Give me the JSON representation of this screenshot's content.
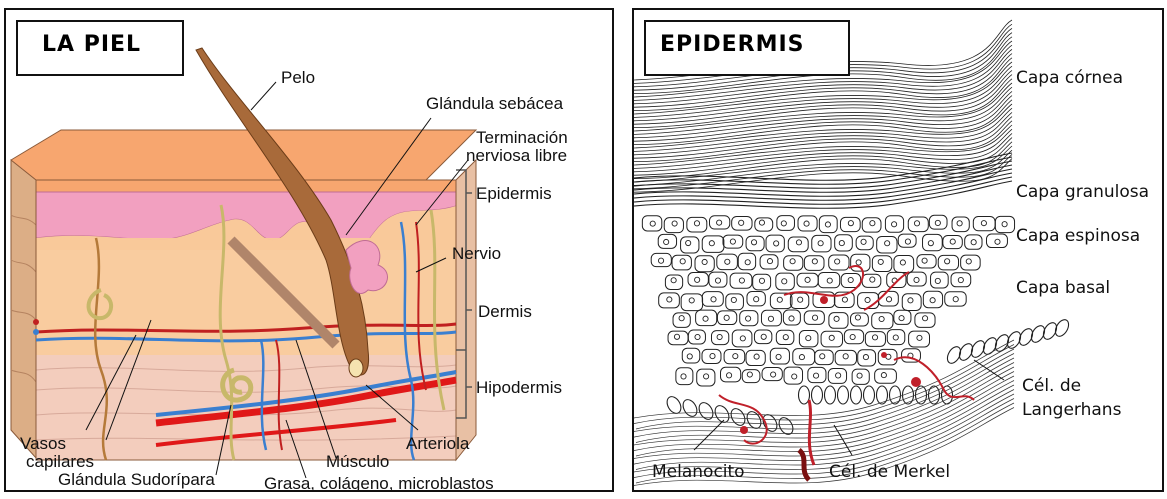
{
  "left_panel": {
    "title": "LA PIEL",
    "labels": {
      "pelo": "Pelo",
      "glandula_sebacea": "Glándula sebácea",
      "terminacion": "Terminación",
      "nerviosa_libre": "nerviosa libre",
      "epidermis": "Epidermis",
      "nervio": "Nervio",
      "dermis": "Dermis",
      "hipodermis": "Hipodermis",
      "vasos": "Vasos",
      "capilares": "capilares",
      "arteriola": "Arteriola",
      "musculo": "Músculo",
      "glandula_sudoripara": "Glándula Sudorípara",
      "grasa": "Grasa, colágeno, microblastos"
    },
    "colors": {
      "epidermis_top": "#f7a66f",
      "epidermis_pink": "#f2a0c0",
      "dermis": "#f9c99a",
      "hypodermis": "#f3cdbd",
      "side": "#d9a77b",
      "hair": "#a86a3a",
      "artery": "#e01818",
      "vein": "#3a7fd0",
      "nerve": "#c8b86a"
    }
  },
  "right_panel": {
    "title": "EPIDERMIS",
    "labels": {
      "capa_cornea": "Capa córnea",
      "capa_granulosa": "Capa granulosa",
      "capa_espinosa": "Capa espinosa",
      "capa_basal": "Capa basal",
      "cel_langerhans_1": "Cél. de",
      "cel_langerhans_2": "Langerhans",
      "melanocito": "Melanocito",
      "cel_merkel": "Cél. de Merkel"
    },
    "colors": {
      "cell_line": "#222222",
      "melanocyte": "#c0202a"
    }
  }
}
